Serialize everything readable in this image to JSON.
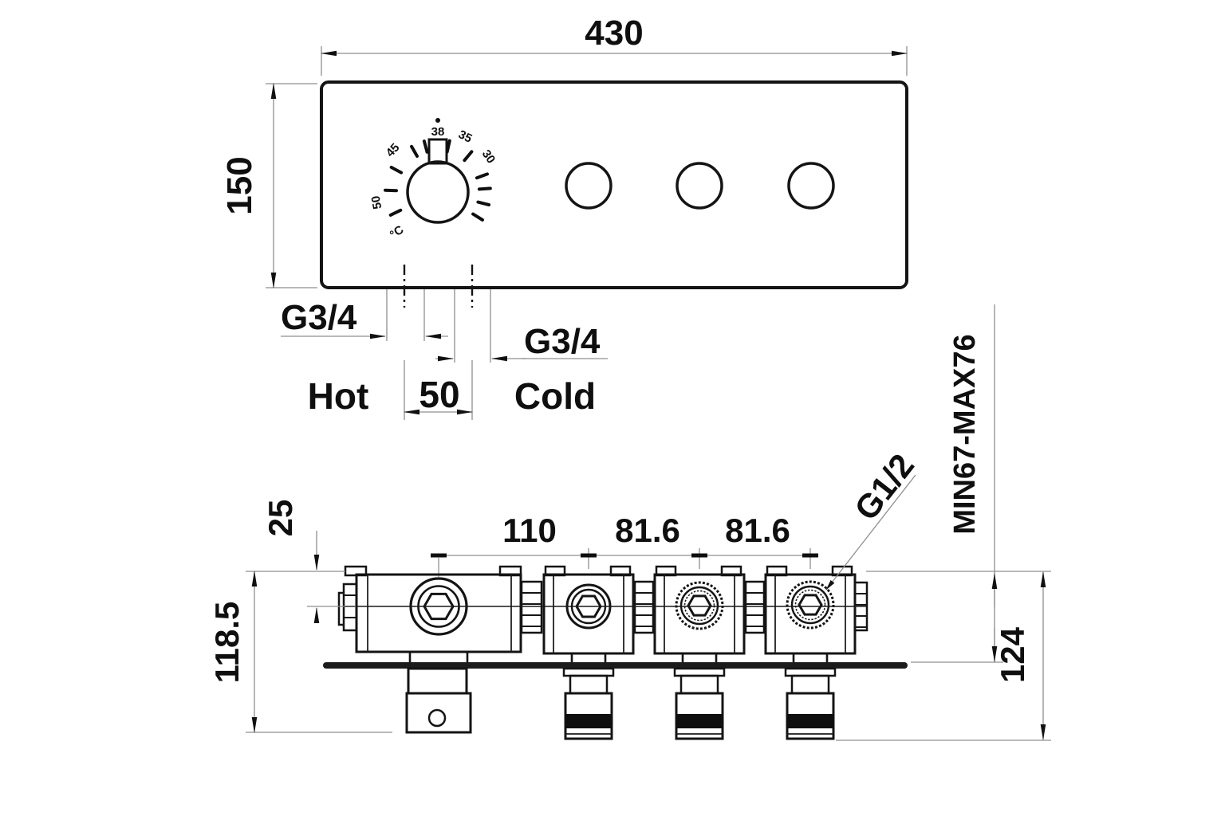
{
  "drawing": {
    "front_view": {
      "overall_width": "430",
      "overall_height": "150",
      "inlet_spacing": "50",
      "hot_inlet_thread": "G3/4",
      "cold_inlet_thread": "G3/4",
      "hot_label": "Hot",
      "cold_label": "Cold",
      "dial": {
        "unit": "°C",
        "mark_50": "50",
        "mark_45": "45",
        "mark_38": "38",
        "mark_35": "35",
        "mark_30": "30"
      }
    },
    "side_view": {
      "cartridge_offset": "25",
      "body_height": "118.5",
      "thermostat_to_first_valve": "110",
      "valve_spacing_1": "81.6",
      "valve_spacing_2": "81.6",
      "outlet_thread": "G1/2",
      "mounting_depth_range": "MIN67-MAX76",
      "overall_depth": "124"
    }
  }
}
